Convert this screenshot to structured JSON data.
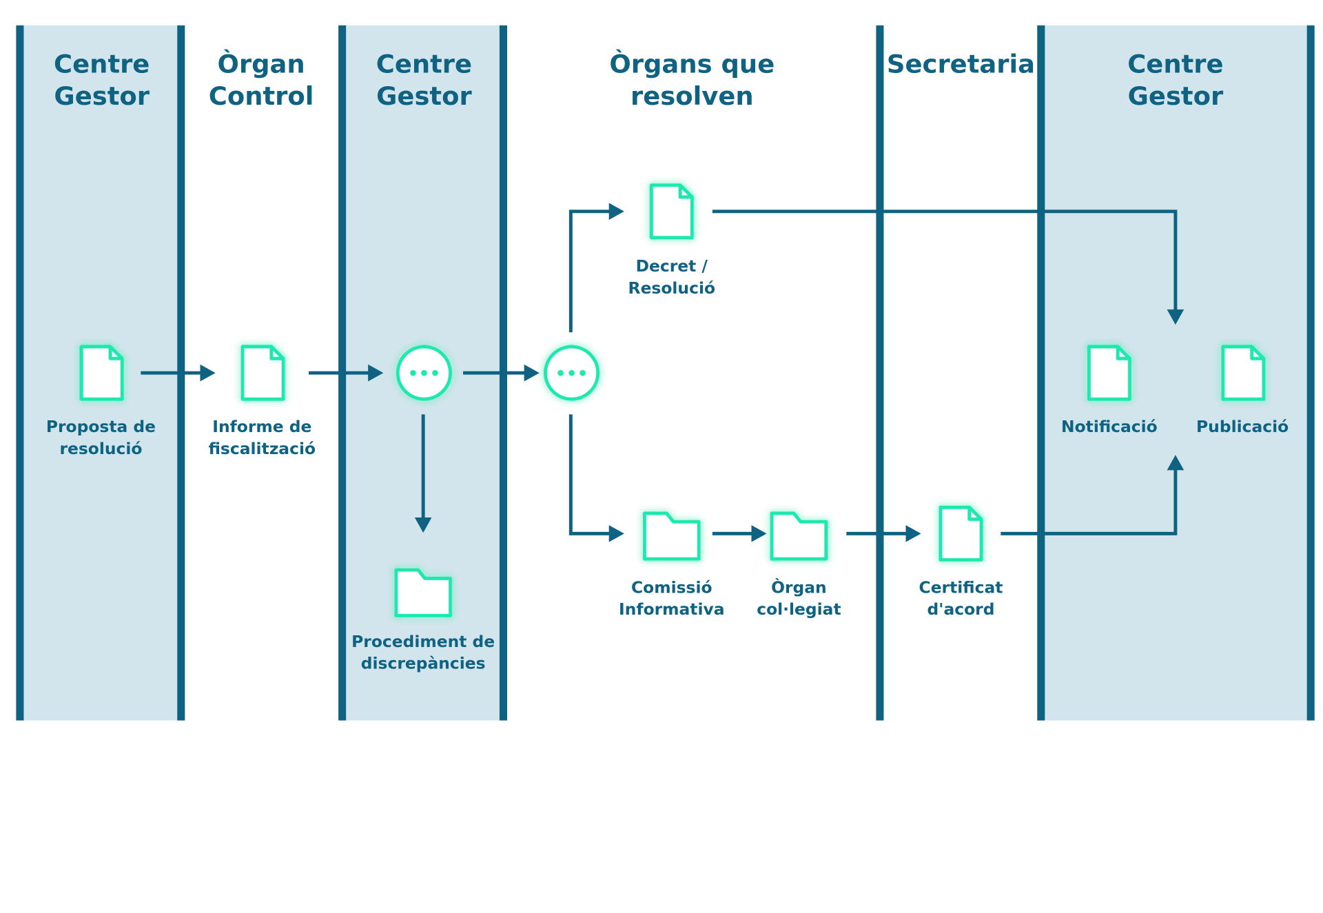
{
  "colors": {
    "lane_fill": "#d3e5ec",
    "divider": "#0f6282",
    "arrow": "#0f6282",
    "icon": "#1ee8b0",
    "text": "#0f6282"
  },
  "lanes": [
    {
      "title": "Centre\nGestor"
    },
    {
      "title": "Òrgan\nControl"
    },
    {
      "title": "Centre\nGestor"
    },
    {
      "title": "Òrgans que\nresolven"
    },
    {
      "title": "Secretaria"
    },
    {
      "title": "Centre\nGestor"
    }
  ],
  "nodes": {
    "proposta": {
      "label": "Proposta de\nresolució",
      "icon": "document-icon"
    },
    "informe": {
      "label": "Informe de\nfiscalització",
      "icon": "document-icon"
    },
    "pending_gestor": {
      "label": "",
      "icon": "more-circle-icon"
    },
    "pending_organs": {
      "label": "",
      "icon": "more-circle-icon"
    },
    "discrepancies": {
      "label": "Procediment de\ndiscrepàncies",
      "icon": "folder-icon"
    },
    "decret": {
      "label": "Decret /\nResolució",
      "icon": "document-icon"
    },
    "comissio": {
      "label": "Comissió\nInformativa",
      "icon": "folder-icon"
    },
    "organ_collegiat": {
      "label": "Òrgan\ncol·legiat",
      "icon": "folder-icon"
    },
    "certificat": {
      "label": "Certificat\nd'acord",
      "icon": "document-icon"
    },
    "notificacio": {
      "label": "Notificació",
      "icon": "document-icon"
    },
    "publicacio": {
      "label": "Publicació",
      "icon": "document-icon"
    }
  }
}
